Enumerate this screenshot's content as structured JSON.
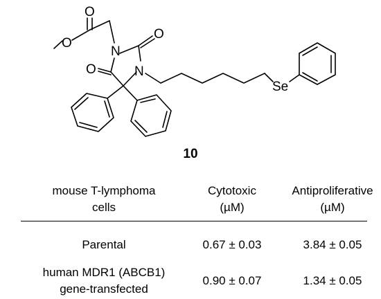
{
  "structure": {
    "atoms": {
      "o_ester_carbonyl": "O",
      "o_ester_ether": "O",
      "n1": "N",
      "n3": "N",
      "o_c2": "O",
      "o_c4": "O",
      "se": "Se"
    }
  },
  "compound_label": "10",
  "table": {
    "headers": {
      "cells": [
        "mouse T-lymphoma",
        "cells"
      ],
      "cytotoxic": [
        "Cytotoxic",
        "(µM)"
      ],
      "antiproliferative": [
        "Antiproliferative",
        "(µM)"
      ]
    },
    "rows": [
      {
        "cell_line": [
          "Parental"
        ],
        "cytotoxic": "0.67 ± 0.03",
        "antiproliferative": "3.84 ± 0.05"
      },
      {
        "cell_line": [
          "human MDR1 (ABCB1)",
          "gene-transfected"
        ],
        "cytotoxic": "0.90 ± 0.07",
        "antiproliferative": "1.34 ± 0.05"
      }
    ]
  }
}
